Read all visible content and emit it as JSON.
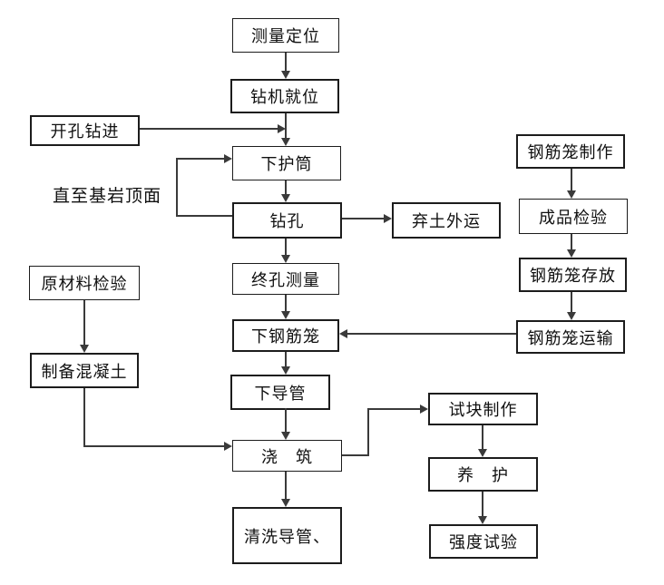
{
  "flowchart": {
    "annotation": "直至基岩顶面",
    "nodes": {
      "survey_positioning": "测量定位",
      "drill_rig_in_place": "钻机就位",
      "open_hole_drilling": "开孔钻进",
      "lower_casing": "下护筒",
      "drilling": "钻孔",
      "spoil_removal": "弃土外运",
      "final_hole_survey": "终孔测量",
      "lower_rebar_cage": "下钢筋笼",
      "lower_tremie_pipe": "下导管",
      "pouring": "浇　筑",
      "clean_tremie_pipe": "清洗导管、",
      "rebar_cage_fabrication": "钢筋笼制作",
      "product_inspection": "成品检验",
      "rebar_cage_storage": "钢筋笼存放",
      "rebar_cage_transport": "钢筋笼运输",
      "raw_material_inspection": "原材料检验",
      "concrete_preparation": "制备混凝土",
      "test_block_making": "试块制作",
      "curing": "养　护",
      "strength_test": "强度试验"
    },
    "colors": {
      "background": "#ffffff",
      "line": "#3a3a3a",
      "box_border": "#1c1c1c",
      "text": "#101010"
    }
  }
}
